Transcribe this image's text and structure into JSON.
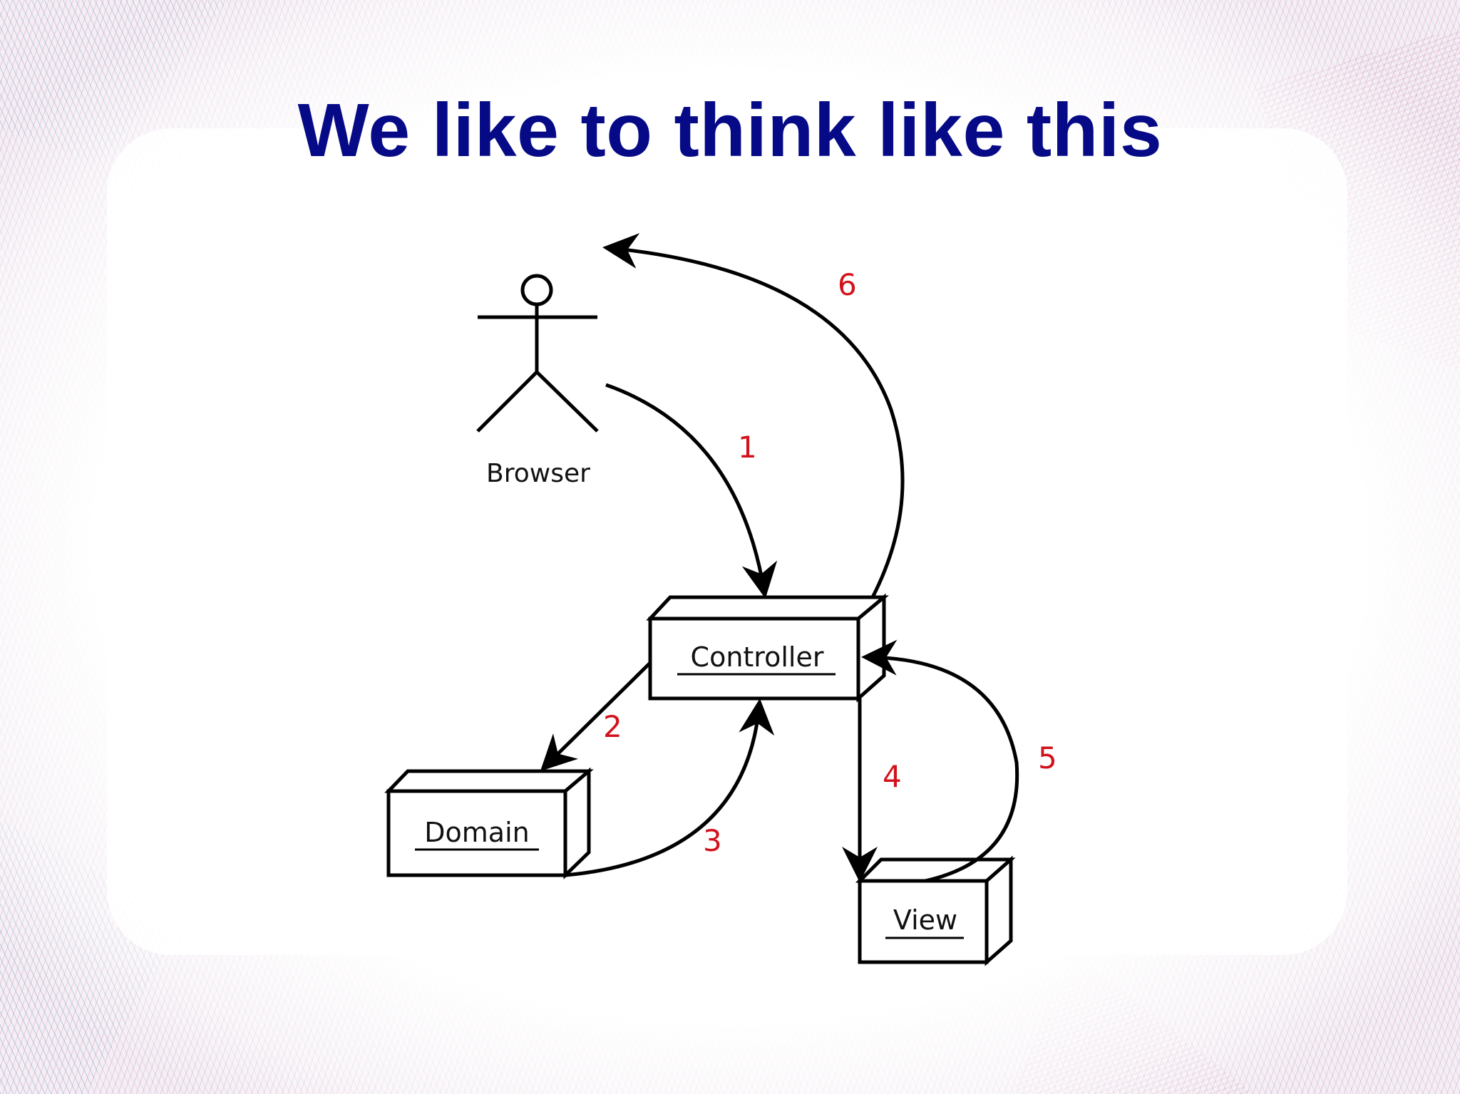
{
  "slide": {
    "title": "We like to think like this"
  },
  "diagram": {
    "actor_label": "Browser",
    "nodes": {
      "controller": "Controller",
      "domain": "Domain",
      "view": "View"
    },
    "steps": [
      "1",
      "2",
      "3",
      "4",
      "5",
      "6"
    ],
    "colors": {
      "title": "#060a86",
      "step_number": "#d2121b",
      "line": "#000000"
    }
  }
}
